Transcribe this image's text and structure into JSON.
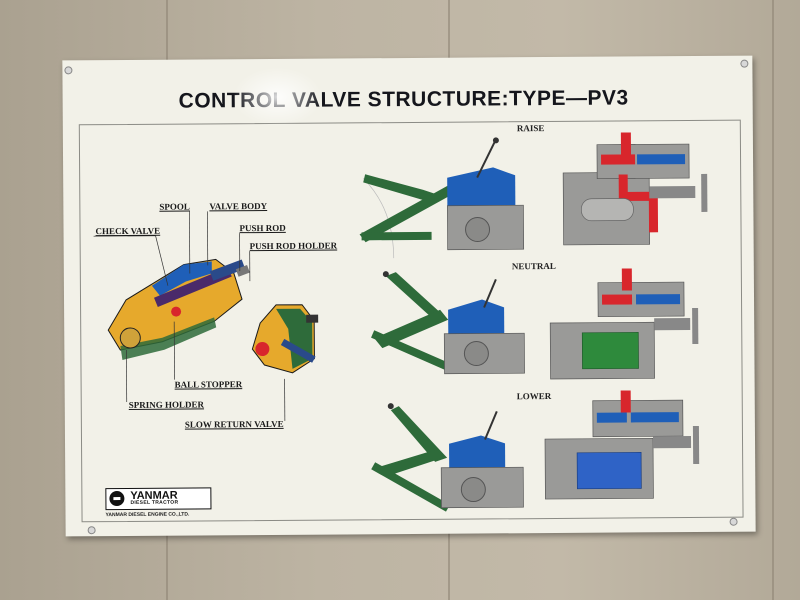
{
  "poster": {
    "title": "CONTROL VALVE STRUCTURE:TYPE—PV3",
    "labels": {
      "spool": "SPOOL",
      "valve_body": "VALVE BODY",
      "check_valve": "CHECK VALVE",
      "push_rod": "PUSH ROD",
      "push_rod_holder": "PUSH ROD HOLDER",
      "ball_stopper": "BALL STOPPER",
      "spring_holder": "SPRING HOLDER",
      "slow_return_valve": "SLOW RETURN VALVE"
    },
    "states": {
      "raise": "RAISE",
      "neutral": "NEUTRAL",
      "lower": "LOWER"
    },
    "logo": {
      "brand": "YANMAR",
      "subtitle": "DIESEL TRACTOR",
      "company": "YANMAR DIESEL ENGINE CO.,LTD."
    }
  },
  "colors": {
    "hydraulic_pressure": "#d8262c",
    "return_oil": "#1f5fb8",
    "housing": "#9a9a98",
    "linkage": "#2e6b3a",
    "cutaway": "#e6a92c"
  }
}
